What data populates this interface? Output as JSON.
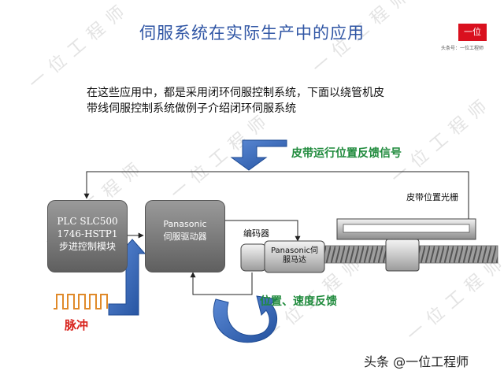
{
  "slide": {
    "title": "伺服系统在实际生产中的应用",
    "intro_line1": "在这些应用中，都是采用闭环伺服控制系统，下面以绕管机皮",
    "intro_line2": "带线伺服控制系统做例子介绍闭环伺服系统"
  },
  "logo": {
    "mark": "一位",
    "sub": "头条号：一位工程师"
  },
  "diagram": {
    "plc_box": {
      "line1": "PLC SLC500",
      "line2": "1746-HSTP1",
      "line3": "步进控制模块"
    },
    "driver_box": {
      "line1": "Panasonic",
      "line2": "伺服驱动器"
    },
    "encoder_label": "编码器",
    "motor": {
      "line1": "Panasonic伺",
      "line2": "服马达"
    },
    "belt_position_feedback": "皮带运行位置反馈信号",
    "belt_grating_label": "皮带位置光栅",
    "position_speed_feedback": "位置、速度反馈",
    "pulse_label": "脉冲"
  },
  "watermark": "一位工程师",
  "credit": "头条 @一位工程师",
  "colors": {
    "title": "#2f55a4",
    "feedback_text": "#1f8a3c",
    "pulse_text": "#d8231c",
    "arrow_blue": "#3766b8",
    "pulse_wave": "#e08a2a",
    "logo_bg": "#d9101e"
  }
}
